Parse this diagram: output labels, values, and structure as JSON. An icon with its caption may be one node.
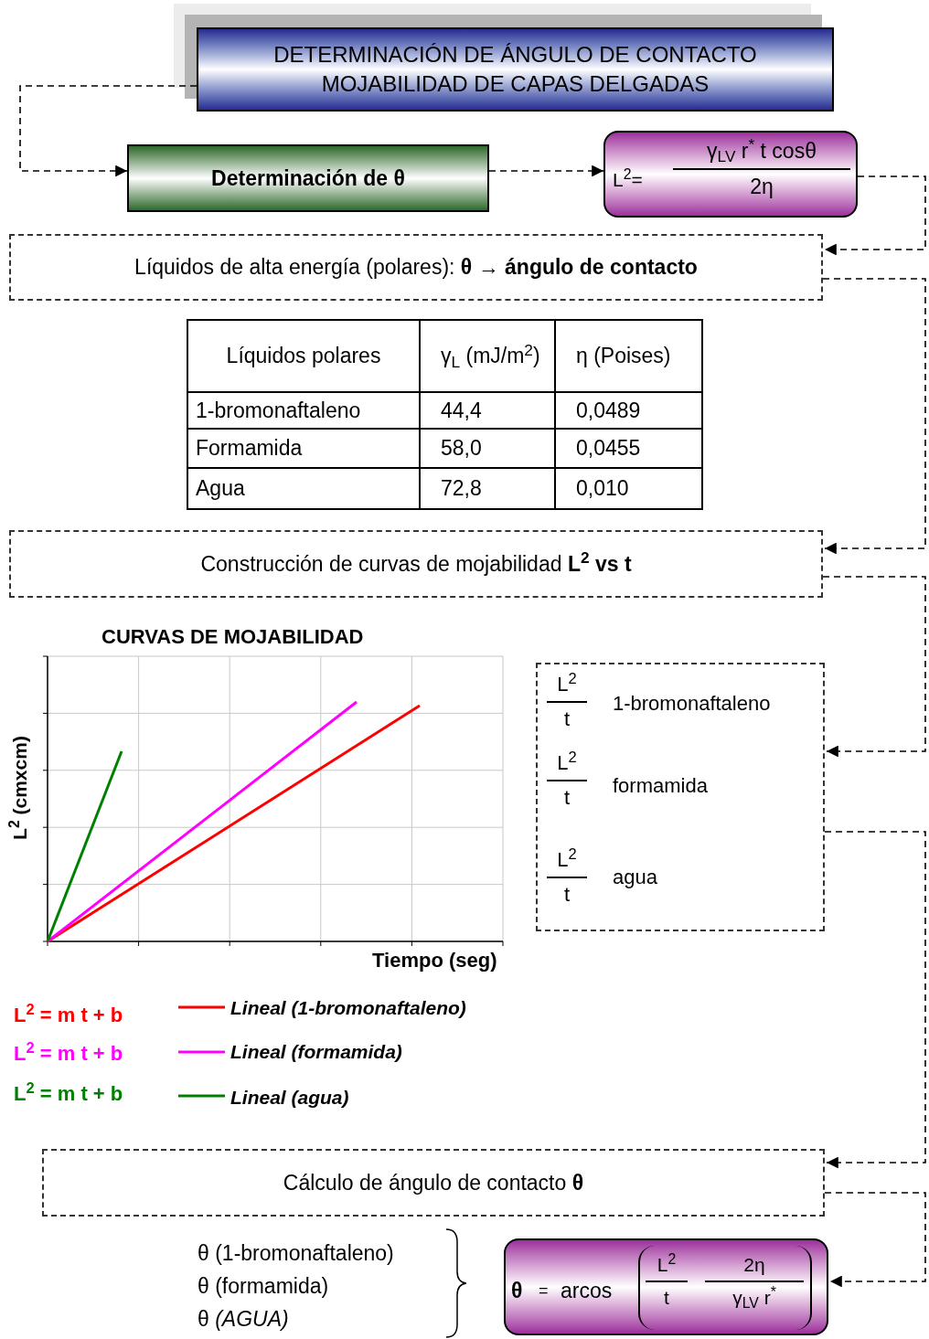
{
  "diagram": {
    "nodes": [
      {
        "text": [
          "DETERMINACIÓN DE ÁNGULO DE CONTACTO MOJABILIDAD DE CAPAS DELGADAS"
        ]
      },
      {
        "text": [
          "Determinación de θ"
        ]
      },
      {
        "text": [
          "L$^{2}$=",
          "γ$_{LV}$ r$^{*}$ t cosθ",
          "2η"
        ]
      },
      {
        "text": [
          "Líquidos de alta energía (polares): **θ → ángulo de contacto**"
        ]
      },
      {
        "text": [
          "Construcción de curvas de mojabilidad **L$^{2}$ vs t**"
        ]
      },
      {
        "text": [
          "L$^{2}$",
          "t",
          "1-bromonaftaleno",
          "L$^{2}$",
          "t",
          "formamida",
          "L$^{2}$",
          "t",
          "agua"
        ]
      },
      {
        "text": [
          "Cálculo de ángulo de contacto **θ**"
        ]
      },
      {
        "text": [
          "θ",
          "=",
          "arcos",
          "L$^{2}$",
          "t",
          "2η",
          "γ$_{LV}$ r$^{*}$"
        ]
      }
    ],
    "edges": [
      {
        "from": 0,
        "to": 1,
        "arrow": "to",
        "style": "dashed"
      },
      {
        "from": 1,
        "to": 2,
        "arrow": "to",
        "style": "dashed"
      },
      {
        "from": 2,
        "to": 3,
        "arrow": "to",
        "style": "dashed"
      },
      {
        "from": 3,
        "to": 4,
        "arrow": "to",
        "style": "dashed"
      },
      {
        "from": 4,
        "to": 5,
        "arrow": "to",
        "style": "dashed"
      },
      {
        "from": 5,
        "to": 6,
        "arrow": "to",
        "style": "dashed"
      },
      {
        "from": 6,
        "to": 7,
        "arrow": "to",
        "style": "dashed"
      }
    ],
    "labels": [
      "Líquidos polares",
      "γ$_{L}$ (mJ/m$^{2}$)",
      "η (Poises)",
      "1-bromonaftaleno",
      "44,4",
      "0,0489",
      "Formamida",
      "58,0",
      "0,0455",
      "Agua",
      "72,8",
      "0,010",
      "CURVAS DE MOJABILIDAD",
      "L$^{2}$ (cmxcm)",
      "Tiempo (seg)",
      "L$^{2}$ = m t + b",
      "L$^{2}$ = m t + b",
      "L$^{2}$ = m t + b",
      "θ (1-bromonaftaleno)",
      "θ (formamida)",
      "θ *(AGUA)*"
    ],
    "legend": [
      {
        "text": "Lineal (1-bromonaftaleno)"
      },
      {
        "text": "Lineal (formamida)"
      },
      {
        "text": "Lineal (agua)"
      }
    ]
  }
}
